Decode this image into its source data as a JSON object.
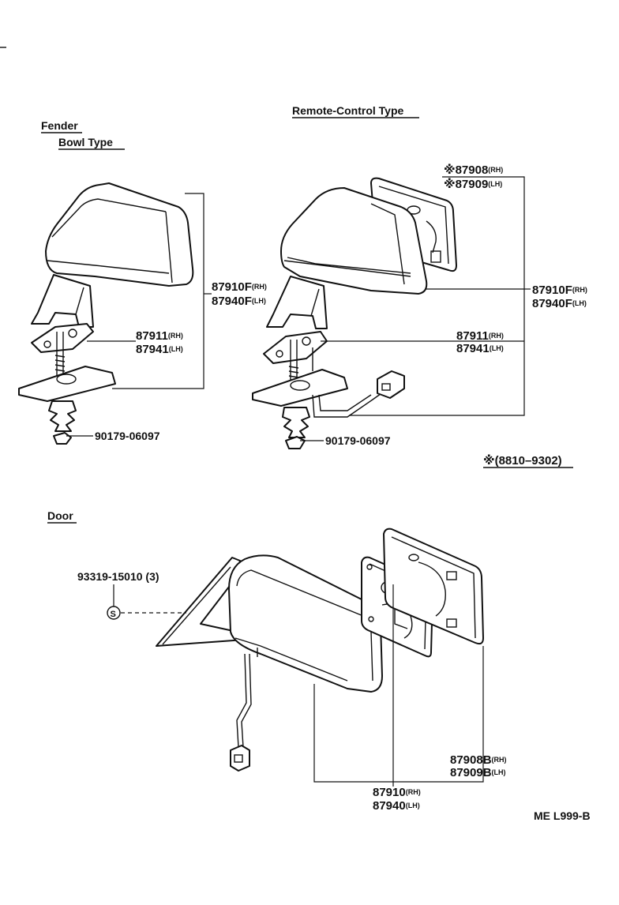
{
  "sections": {
    "fender": "Fender",
    "bowl_type": "Bowl Type",
    "remote_control_type": "Remote-Control Type",
    "door": "Door"
  },
  "fender_bowl": {
    "mirror_assy": {
      "rh": "87910F",
      "rh_side": "(RH)",
      "lh": "87940F",
      "lh_side": "(LH)"
    },
    "gasket": {
      "rh": "87911",
      "rh_side": "(RH)",
      "lh": "87941",
      "lh_side": "(LH)"
    },
    "nut": "90179-06097"
  },
  "remote_control": {
    "mirror_glass": {
      "rh": "※87908",
      "rh_side": "(RH)",
      "lh": "※87909",
      "lh_side": "(LH)"
    },
    "mirror_assy": {
      "rh": "87910F",
      "rh_side": "(RH)",
      "lh": "87940F",
      "lh_side": "(LH)"
    },
    "gasket": {
      "rh": "87911",
      "rh_side": "(RH)",
      "lh": "87941",
      "lh_side": "(LH)"
    },
    "nut": "90179-06097",
    "production_note": "※(8810–9302)"
  },
  "door": {
    "screw": "93319-15010 (3)",
    "screw_symbol": "S",
    "mirror_glass": {
      "rh": "87908B",
      "rh_side": "(RH)",
      "lh": "87909B",
      "lh_side": "(LH)"
    },
    "mirror_assy": {
      "rh": "87910",
      "rh_side": "(RH)",
      "lh": "87940",
      "lh_side": "(LH)"
    }
  },
  "figure_code": "ME  L999-B"
}
